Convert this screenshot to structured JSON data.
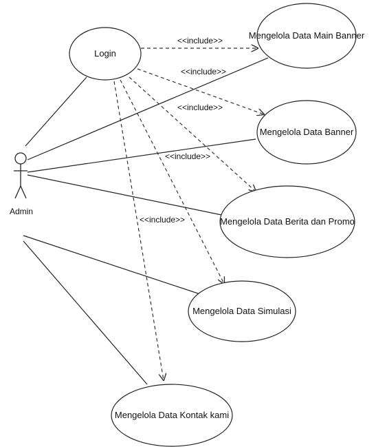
{
  "actor": {
    "name": "Admin"
  },
  "use_cases": {
    "login": "Login",
    "main_banner": "Mengelola Data Main Banner",
    "banner": "Mengelola Data Banner",
    "berita_promo": "Mengelola Data Berita dan Promo",
    "simulasi": "Mengelola Data Simulasi",
    "kontak": "Mengelola Data Kontak kami"
  },
  "include_label": "<<include>>",
  "colors": {
    "line": "#222222",
    "background": "#ffffff"
  }
}
